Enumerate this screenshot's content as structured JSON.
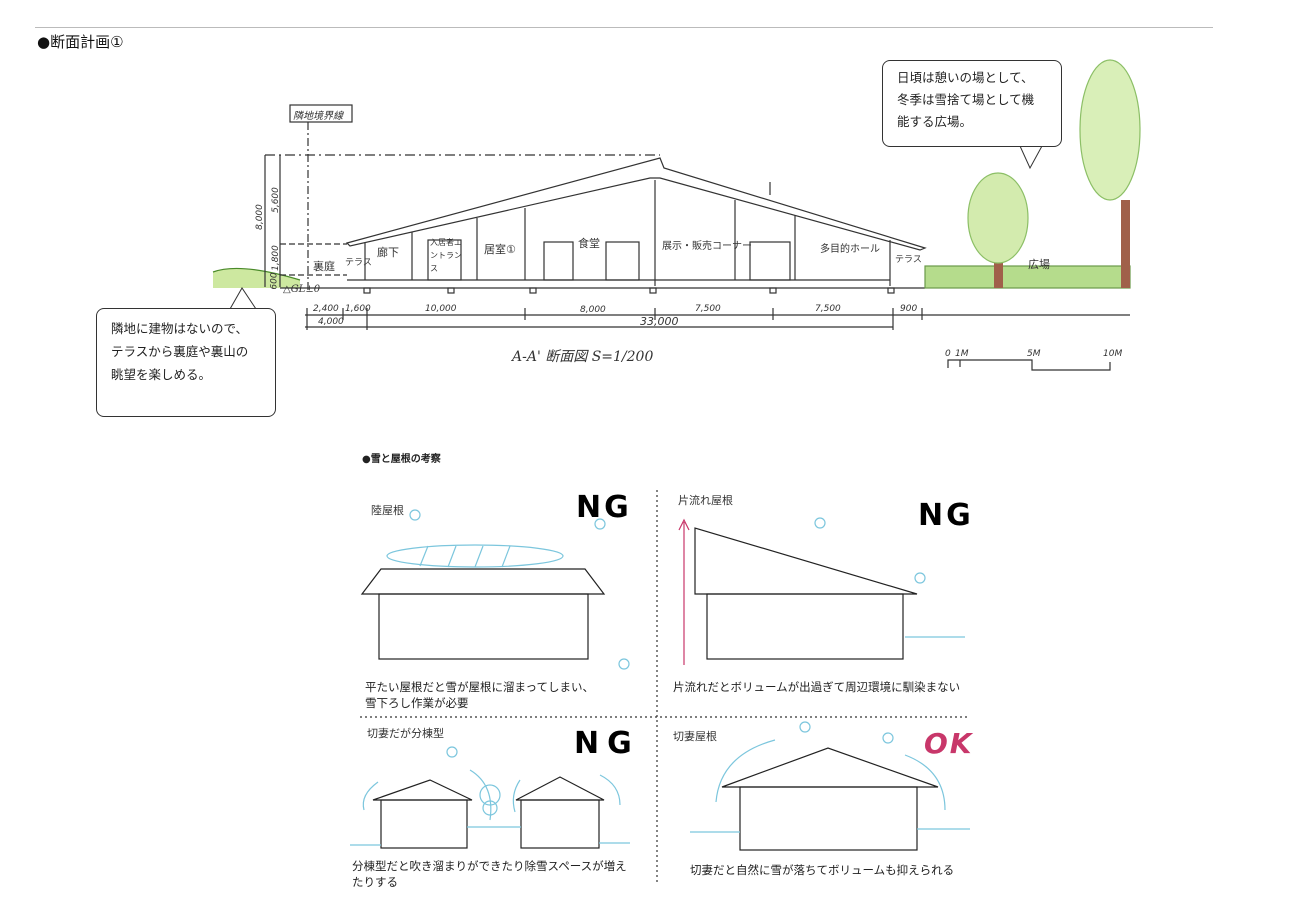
{
  "page": {
    "heading": "●断面計画①"
  },
  "section": {
    "boundary_label": "隣地境界線",
    "gl_label": "△GL±0",
    "heights": [
      "8,000",
      "5,600",
      "1,800",
      "600"
    ],
    "rooms": [
      "裏庭",
      "テラス",
      "廊下",
      "入居者エントランス",
      "居室①",
      "食堂",
      "展示・販売コーナー",
      "多目的ホール",
      "テラス",
      "広場"
    ],
    "dims_top": [
      "2,400",
      "1,600",
      "10,000",
      "8,000",
      "7,500",
      "7,500",
      "900"
    ],
    "dims_bottom": [
      "4,000",
      "33,000"
    ],
    "title": "A-A' 断面図 S=1/200",
    "scale_bar": [
      "0",
      "1M",
      "5M",
      "10M"
    ],
    "callout_left": [
      "隣地に建物はないので、",
      "テラスから裏庭や裏山の",
      "眺望を楽しめる。"
    ],
    "callout_right": [
      "日頃は憩いの場として、",
      "冬季は雪捨て場として機",
      "能する広場。"
    ]
  },
  "snow": {
    "heading": "●雪と屋根の考察",
    "panels": [
      {
        "label": "陸屋根",
        "verdict": "NG",
        "text": [
          "平たい屋根だと雪が屋根に溜まってしまい、",
          "雪下ろし作業が必要"
        ]
      },
      {
        "label": "片流れ屋根",
        "verdict": "NG",
        "text": [
          "片流れだとボリュームが出過ぎて周辺環境に馴染まない"
        ]
      },
      {
        "label": "切妻だが分棟型",
        "verdict": "NG",
        "text": [
          "分棟型だと吹き溜まりができたり除雪スペースが増え",
          "たりする"
        ]
      },
      {
        "label": "切妻屋根",
        "verdict": "OK",
        "text": [
          "切妻だと自然に雪が落ちてボリュームも抑えられる"
        ]
      }
    ]
  },
  "colors": {
    "snow": "#7cc6dd",
    "ok": "#c8376a",
    "grass": "#9bd36a",
    "arrow": "#c8376a"
  }
}
